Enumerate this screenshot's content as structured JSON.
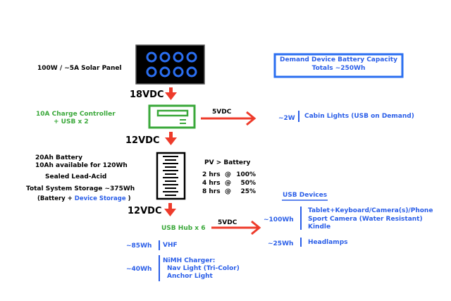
{
  "solar_panel": {
    "label": "100W / ~5A Solar Panel"
  },
  "voltages": {
    "panel_out": "18VDC",
    "controller_out": "12VDC",
    "battery_out": "12VDC",
    "usb_controller": "5VDC",
    "usb_hub": "5VDC"
  },
  "charge_controller": {
    "line1": "10A Charge Controller",
    "line2": "+ USB x 2"
  },
  "battery": {
    "line1": "20Ah Battery",
    "line2": "10Ah available for 120Wh",
    "type": "Sealed Lead-Acid",
    "total": "Total System Storage ~375Wh",
    "note_prefix": "(Battery +",
    "note_device": "Device Storage",
    "note_suffix": ")"
  },
  "pv_charge": {
    "title": "PV > Battery",
    "rows": [
      {
        "hrs": "2 hrs",
        "at": "@",
        "pct": "100%"
      },
      {
        "hrs": "4 hrs",
        "at": "@",
        "pct": "50%"
      },
      {
        "hrs": "8 hrs",
        "at": "@",
        "pct": "25%"
      }
    ]
  },
  "demand_box": {
    "line1": "Demand Device Battery Capacity",
    "line2": "Totals ~250Wh"
  },
  "cabin_lights": {
    "power": "~2W",
    "label": "Cabin Lights (USB on Demand)"
  },
  "usb_hub": {
    "label": "USB Hub x 6"
  },
  "usb_devices": {
    "title": "USB Devices",
    "groups": [
      {
        "capacity": "~100Wh",
        "items": [
          "Tablet+Keyboard/Camera(s)/Phone",
          "Sport Camera (Water Resistant)",
          "Kindle"
        ]
      },
      {
        "capacity": "~25Wh",
        "items": [
          "Headlamps"
        ]
      }
    ]
  },
  "direct_loads": [
    {
      "capacity": "~85Wh",
      "items": [
        "VHF"
      ]
    },
    {
      "capacity": "~40Wh",
      "items": [
        "NiMH Charger:",
        "Nav Light (Tri-Color)",
        "Anchor Light"
      ]
    }
  ],
  "colors": {
    "arrow": "#ee3b2b",
    "blue": "#2a5ee8",
    "green": "#3aa83a",
    "panel_cell": "#2a5ee8"
  }
}
